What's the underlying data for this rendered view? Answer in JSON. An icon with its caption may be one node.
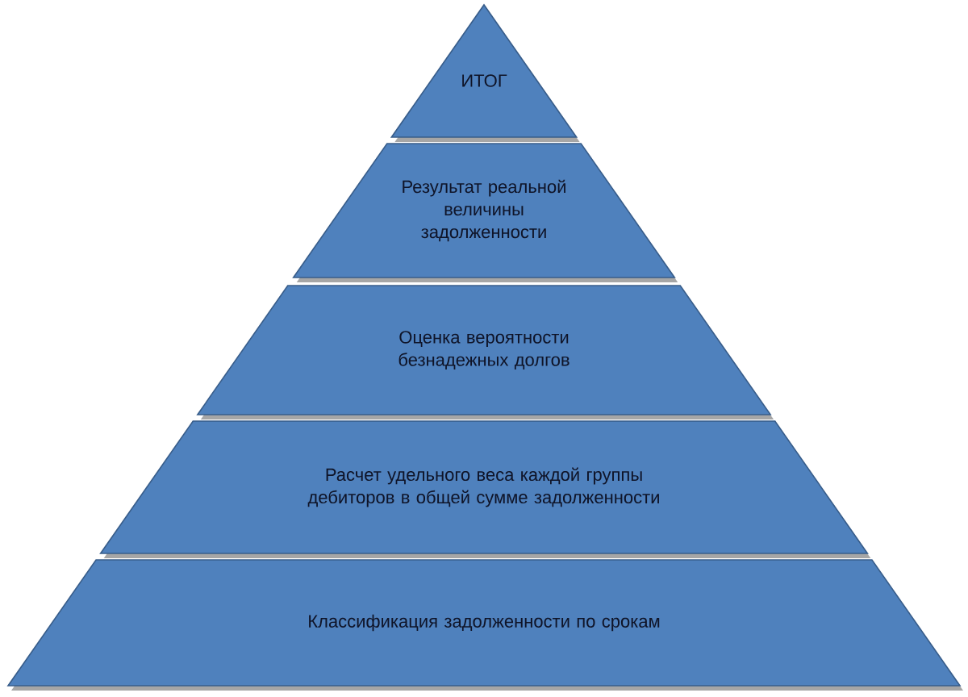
{
  "diagram": {
    "nodes": [
      {
        "text": [
          "ИТОГ"
        ]
      },
      {
        "text": [
          "Результат реальной величины задолженности"
        ]
      },
      {
        "text": [
          "Оценка вероятности безнадежных долгов"
        ]
      },
      {
        "text": [
          "Расчет удельного веса каждой группы дебиторов в общей сумме задолженности"
        ]
      },
      {
        "text": [
          "Классификация задолженности по срокам"
        ]
      }
    ]
  }
}
